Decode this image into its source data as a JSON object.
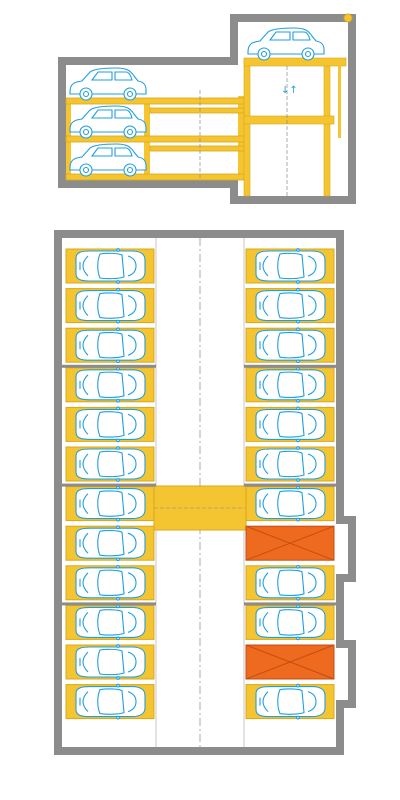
{
  "section": {
    "lift_arrows": "↓↑",
    "left_rack_levels": 3,
    "right_rack_levels": 3
  },
  "plan": {
    "left_bays": [
      "car",
      "car",
      "car",
      "car",
      "car",
      "car",
      "car",
      "car",
      "car",
      "car",
      "car",
      "car"
    ],
    "right_bays": [
      "car",
      "car",
      "car",
      "car",
      "car",
      "car",
      "car",
      "blocked",
      "car",
      "car",
      "blocked",
      "car"
    ]
  },
  "colors": {
    "wall": "#8c8c8c",
    "wall_fill": "#ffffff",
    "pallet": "#f5c431",
    "pallet_edge": "#d8a91a",
    "car_outline": "#1f9fe0",
    "car_fill": "#ffffff",
    "blocked": "#ee6a1e",
    "blocked_edge": "#c24f12",
    "rail": "#c7c7c7",
    "lift": "#f5c431"
  }
}
